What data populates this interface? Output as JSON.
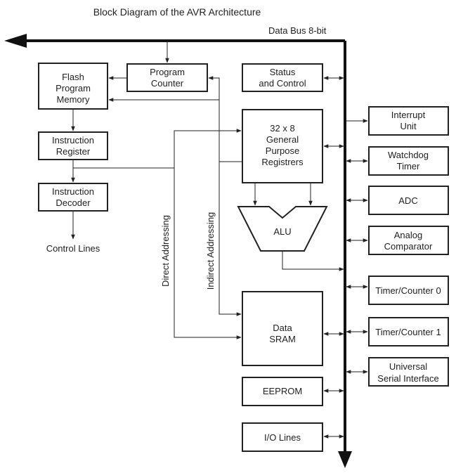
{
  "title": "Block Diagram of the AVR Architecture",
  "bus_label": "Data Bus 8-bit",
  "blocks": {
    "flash": [
      "Flash",
      "Program",
      "Memory"
    ],
    "program_counter": [
      "Program",
      "Counter"
    ],
    "status_control": [
      "Status",
      "and Control"
    ],
    "instruction_register": [
      "Instruction",
      "Register"
    ],
    "instruction_decoder": [
      "Instruction",
      "Decoder"
    ],
    "gpr": [
      "32 x 8",
      "General",
      "Purpose",
      "Registrers"
    ],
    "alu": "ALU",
    "sram": [
      "Data",
      "SRAM"
    ],
    "eeprom": "EEPROM",
    "io_lines": "I/O Lines",
    "interrupt": [
      "Interrupt",
      "Unit"
    ],
    "watchdog": [
      "Watchdog",
      "Timer"
    ],
    "adc": "ADC",
    "comparator": [
      "Analog",
      "Comparator"
    ],
    "timer0": "Timer/Counter 0",
    "timer1": "Timer/Counter 1",
    "usi": [
      "Universal",
      "Serial Interface"
    ]
  },
  "labels": {
    "control_lines": "Control Lines",
    "direct_addressing": "Direct Addressing",
    "indirect_addressing": "Indirect Addressing"
  }
}
